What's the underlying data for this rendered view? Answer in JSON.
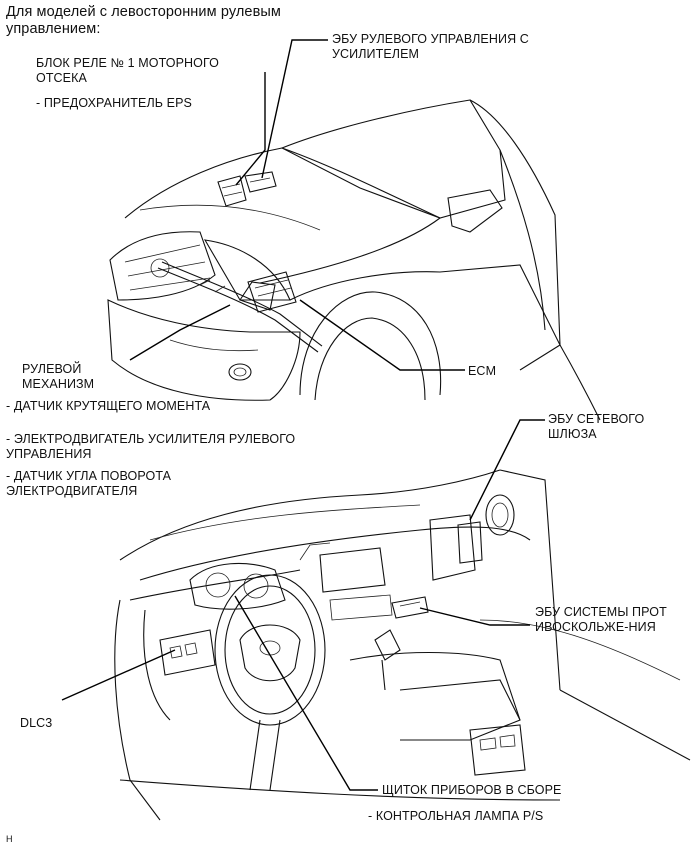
{
  "header": "Для моделей с левосторонним рулевым управлением:",
  "labels": {
    "relay_block": "БЛОК РЕЛЕ № 1 МОТОРНОГО ОТСЕКА",
    "eps_fuse": "- ПРЕДОХРАНИТЕЛЬ EPS",
    "ps_ecu": "ЭБУ РУЛЕВОГО УПРАВЛЕНИЯ С УСИЛИТЕЛЕМ",
    "steering_gear": "РУЛЕВОЙ МЕХАНИЗМ",
    "torque_sensor": "- ДАТЧИК КРУТЯЩЕГО МОМЕНТА",
    "ecm": "ECM",
    "ps_motor": "- ЭЛЕКТРОДВИГАТЕЛЬ УСИЛИТЕЛЯ РУЛЕВОГО УПРАВЛЕНИЯ",
    "motor_angle_sensor": "- ДАТЧИК УГЛА ПОВОРОТА ЭЛЕКТРОДВИГАТЕЛЯ",
    "gateway_ecu": "ЭБУ СЕТЕВОГО ШЛЮЗА",
    "skid_ecu": "ЭБУ СИСТЕМЫ ПРОТИВОСКОЛЬЖЕ-НИЯ",
    "dlc3": "DLC3",
    "combination_meter": "ЩИТОК ПРИБОРОВ В СБОРЕ",
    "ps_warning_lamp": "- КОНТРОЛЬНАЯ ЛАМПА P/S"
  },
  "figure_code": "H"
}
